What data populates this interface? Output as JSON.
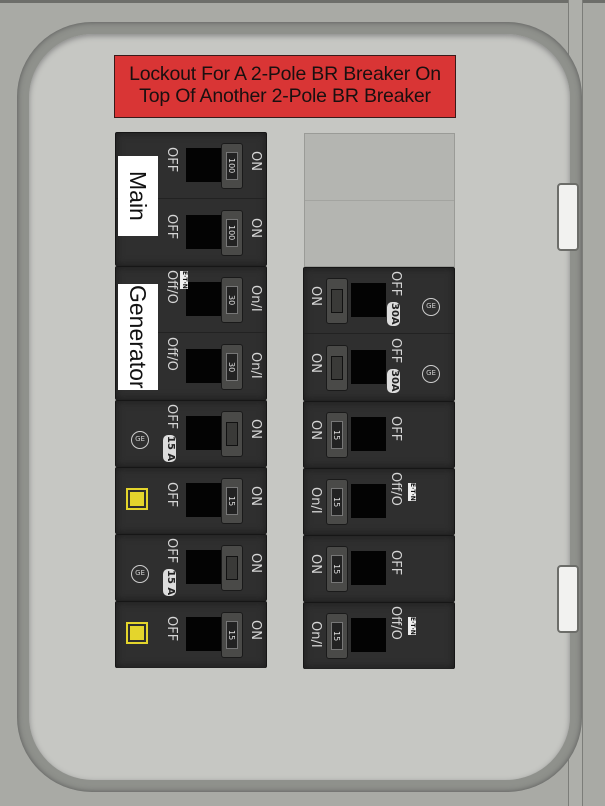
{
  "title": {
    "line1": "Lockout For A 2-Pole BR Breaker On",
    "line2": "Top Of Another 2-Pole BR Breaker"
  },
  "tags": {
    "main": "Main",
    "generator": "Generator"
  },
  "colors": {
    "label_bg": "#d93535",
    "square_d_yellow": "#e4d52c",
    "panel": "#c6c7c3"
  },
  "left_column": [
    {
      "poles": 2,
      "brand": "br",
      "rating": "100",
      "on_label": "ON",
      "off_label": "OFF"
    },
    {
      "poles": 2,
      "brand": "eaton",
      "rating": "30",
      "on_label": "On/I",
      "off_label": "Off/O",
      "logo": "E·T·N"
    },
    {
      "poles": 1,
      "brand": "ge",
      "rating": "15 A",
      "on_label": "ON",
      "off_label": "OFF"
    },
    {
      "poles": 1,
      "brand": "squared",
      "rating": "15",
      "on_label": "ON",
      "off_label": "OFF"
    },
    {
      "poles": 1,
      "brand": "ge",
      "rating": "15 A",
      "on_label": "ON",
      "off_label": "OFF"
    },
    {
      "poles": 1,
      "brand": "squared",
      "rating": "15",
      "on_label": "ON",
      "off_label": "OFF"
    }
  ],
  "right_column": [
    {
      "poles": 2,
      "brand": "ge",
      "rating": "30A",
      "on_label": "ON",
      "off_label": "OFF"
    },
    {
      "poles": 1,
      "brand": "br",
      "rating": "15",
      "on_label": "ON",
      "off_label": "OFF"
    },
    {
      "poles": 1,
      "brand": "eaton",
      "rating": "15",
      "on_label": "On/I",
      "off_label": "Off/O",
      "logo": "E·T·N"
    },
    {
      "poles": 1,
      "brand": "br",
      "rating": "15",
      "on_label": "ON",
      "off_label": "OFF"
    },
    {
      "poles": 1,
      "brand": "eaton",
      "rating": "15",
      "on_label": "On/I",
      "off_label": "Off/O",
      "logo": "E·T·N"
    }
  ]
}
